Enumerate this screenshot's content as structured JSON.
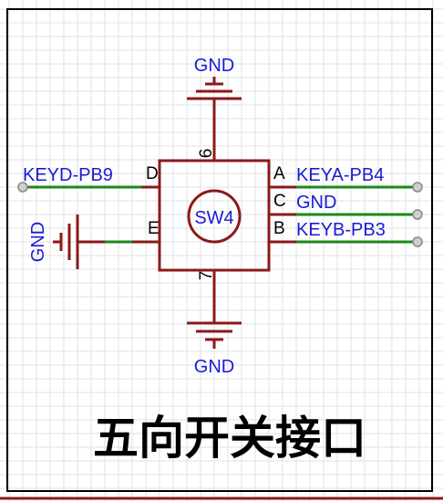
{
  "component": {
    "designator": "SW4",
    "pins": {
      "top": "6",
      "bottom": "7",
      "left_top": "D",
      "left_mid": "E",
      "right_top": "A",
      "right_mid": "C",
      "right_bottom": "B"
    }
  },
  "nets": {
    "left_top": "KEYD-PB9",
    "left_mid": "GND",
    "right_top": "KEYA-PB4",
    "right_mid": "GND",
    "right_bottom": "KEYB-PB3",
    "top": "GND",
    "bottom": "GND"
  },
  "title": "五向开关接口",
  "colors": {
    "wire": "#1a8a1a",
    "symbol": "#8b1a1a",
    "net_label": "#1a1ad6",
    "frame": "#000000",
    "pin_end": "#9a9a9a"
  }
}
